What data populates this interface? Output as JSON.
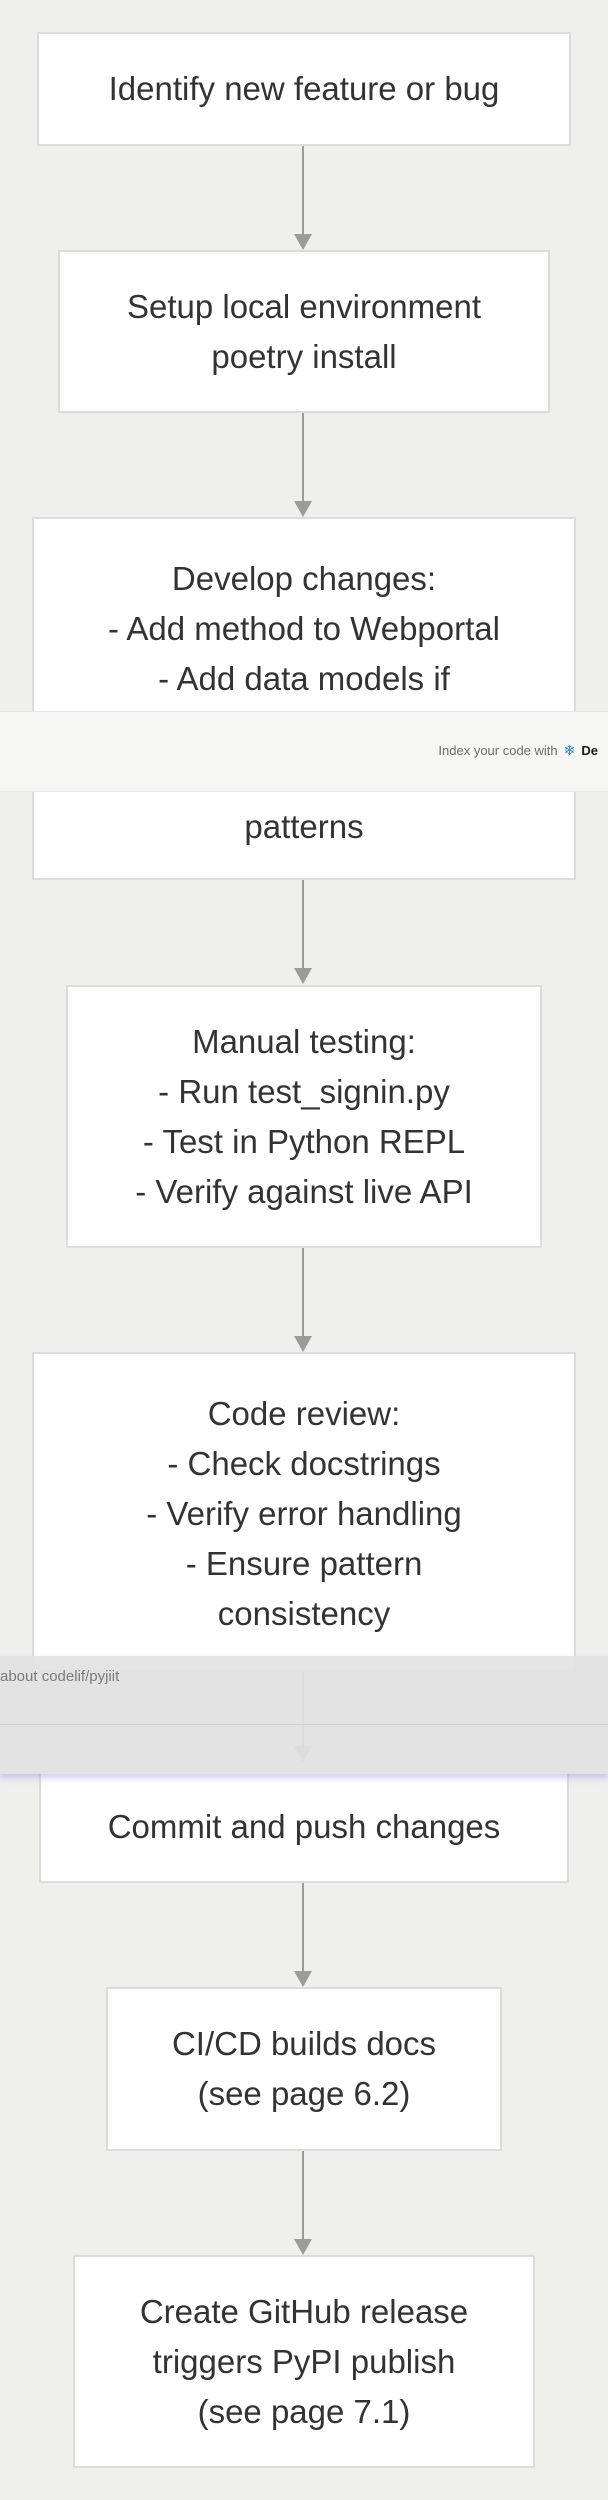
{
  "diagram": {
    "nodes": [
      {
        "lines": [
          "Identify new feature or bug"
        ]
      },
      {
        "lines": [
          "Setup local environment",
          "poetry install"
        ]
      },
      {
        "lines": [
          "Develop changes:",
          "- Add method to Webportal",
          "- Add data models if",
          "patterns"
        ]
      },
      {
        "lines": [
          "Manual testing:",
          "- Run test_signin.py",
          "- Test in Python REPL",
          "- Verify against live API"
        ]
      },
      {
        "lines": [
          "Code review:",
          "- Check docstrings",
          "- Verify error handling",
          "- Ensure pattern",
          "consistency"
        ]
      },
      {
        "lines": [
          "Commit and push changes"
        ]
      },
      {
        "lines": [
          "CI/CD builds docs",
          "(see page 6.2)"
        ]
      },
      {
        "lines": [
          "Create GitHub release",
          "triggers PyPI publish",
          "(see page 7.1)"
        ]
      }
    ],
    "colors": {
      "node_border": "#dcdcdc",
      "edge": "#9b9b9b",
      "background": "#efefee"
    }
  },
  "overlays": {
    "index_banner": {
      "text": "Index your code with",
      "brand": "De",
      "icon": "snowflake-icon"
    },
    "ask_banner": {
      "text": "about codelif/pyjiit"
    }
  }
}
